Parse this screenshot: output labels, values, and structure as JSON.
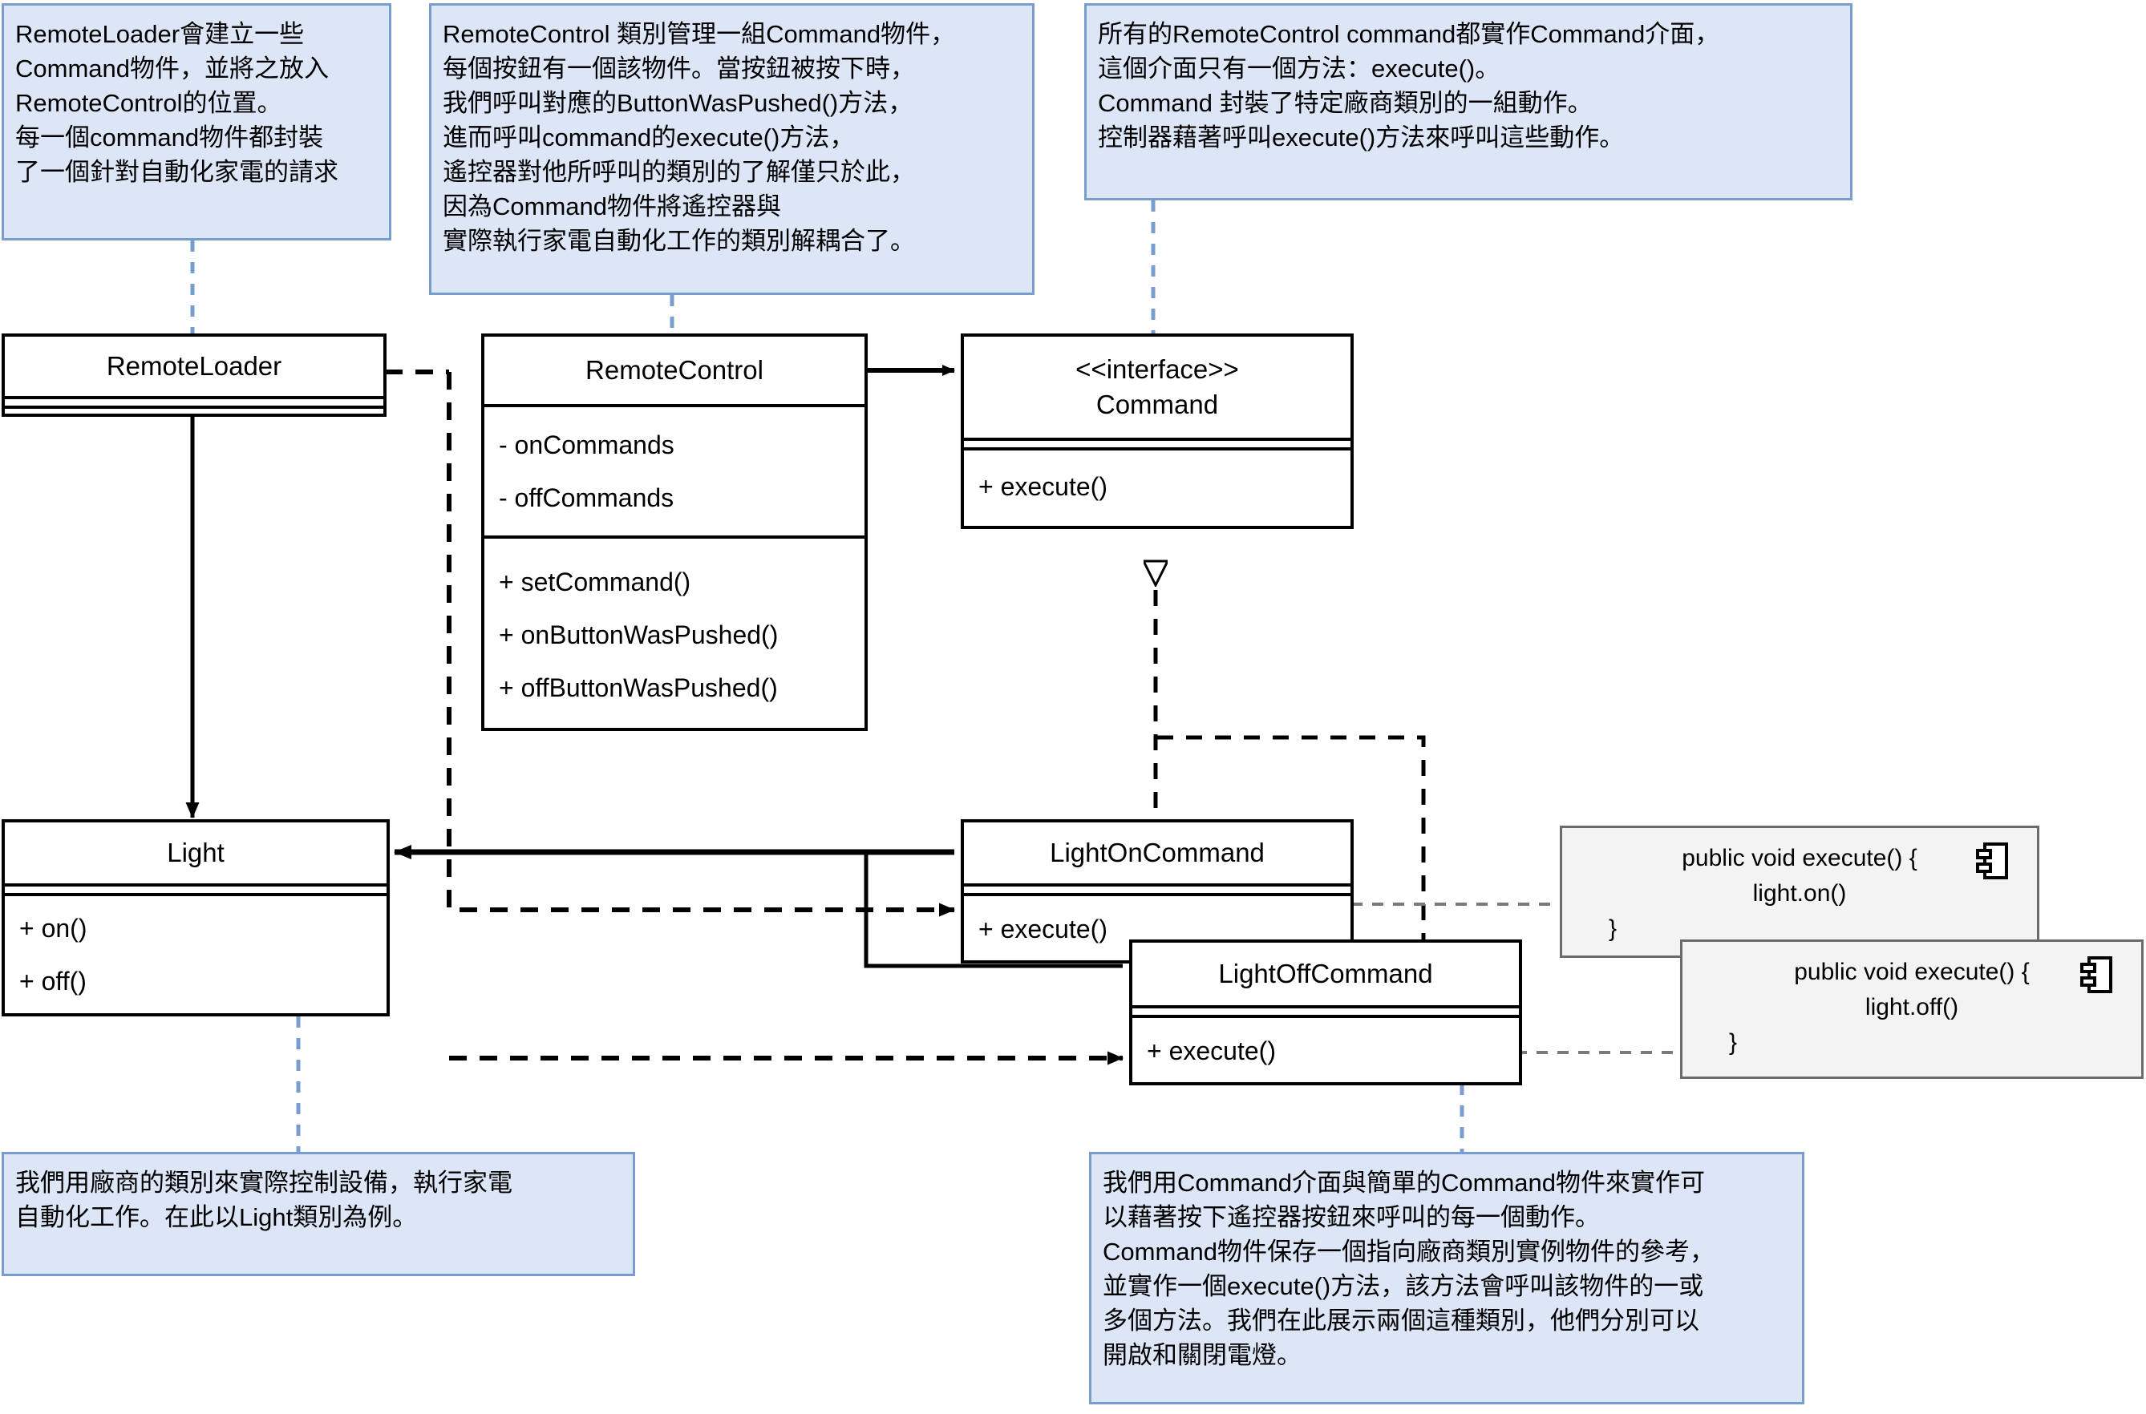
{
  "diagram": {
    "title": "Command Pattern UML Class Diagram",
    "colors": {
      "note_fill": "#dce6f7",
      "note_border": "#7a9dd0",
      "code_note_fill": "#f3f3f3",
      "code_note_border": "#6b6b6b",
      "line": "#000000",
      "note_link": "#7a9dd0"
    }
  },
  "notes": {
    "remote_loader_note": "RemoteLoader會建立一些\nCommand物件，並將之放入\nRemoteControl的位置。\n每一個command物件都封裝\n了一個針對自動化家電的請求",
    "remote_control_note": "RemoteControl 類別管理一組Command物件，\n每個按鈕有一個該物件。當按鈕被按下時，\n我們呼叫對應的ButtonWasPushed()方法，\n進而呼叫command的execute()方法，\n遙控器對他所呼叫的類別的了解僅只於此，\n因為Command物件將遙控器與\n實際執行家電自動化工作的類別解耦合了。",
    "command_note": "所有的RemoteControl command都實作Command介面，\n這個介面只有一個方法：execute()。\nCommand 封裝了特定廠商類別的一組動作。\n控制器藉著呼叫execute()方法來呼叫這些動作。",
    "light_note": "我們用廠商的類別來實際控制設備，執行家電\n自動化工作。在此以Light類別為例。",
    "concrete_command_note": "我們用Command介面與簡單的Command物件來實作可\n以藉著按下遙控器按鈕來呼叫的每一個動作。\nCommand物件保存一個指向廠商類別實例物件的參考，\n並實作一個execute()方法，該方法會呼叫該物件的一或\n多個方法。我們在此展示兩個這種類別，他們分別可以\n開啟和關閉電燈。"
  },
  "classes": {
    "remote_loader": {
      "name": "RemoteLoader",
      "attributes": [],
      "operations": []
    },
    "remote_control": {
      "name": "RemoteControl",
      "attributes": [
        "- onCommands",
        "- offCommands"
      ],
      "operations": [
        "+ setCommand()",
        "+ onButtonWasPushed()",
        "+ offButtonWasPushed()"
      ]
    },
    "command": {
      "stereotype": "<<interface>>",
      "name": "Command",
      "attributes": [],
      "operations": [
        "+ execute()"
      ]
    },
    "light": {
      "name": "Light",
      "attributes": [],
      "operations": [
        "+ on()",
        "+ off()"
      ]
    },
    "light_on_command": {
      "name": "LightOnCommand",
      "attributes": [],
      "operations": [
        "+ execute()"
      ]
    },
    "light_off_command": {
      "name": "LightOffCommand",
      "attributes": [],
      "operations": [
        "+ execute()"
      ]
    }
  },
  "code_notes": {
    "light_on_code": {
      "line1": "public void execute() {",
      "line2": "light.on()",
      "line3": "}"
    },
    "light_off_code": {
      "line1": "public void execute() {",
      "line2": "light.off()",
      "line3": "}"
    }
  }
}
